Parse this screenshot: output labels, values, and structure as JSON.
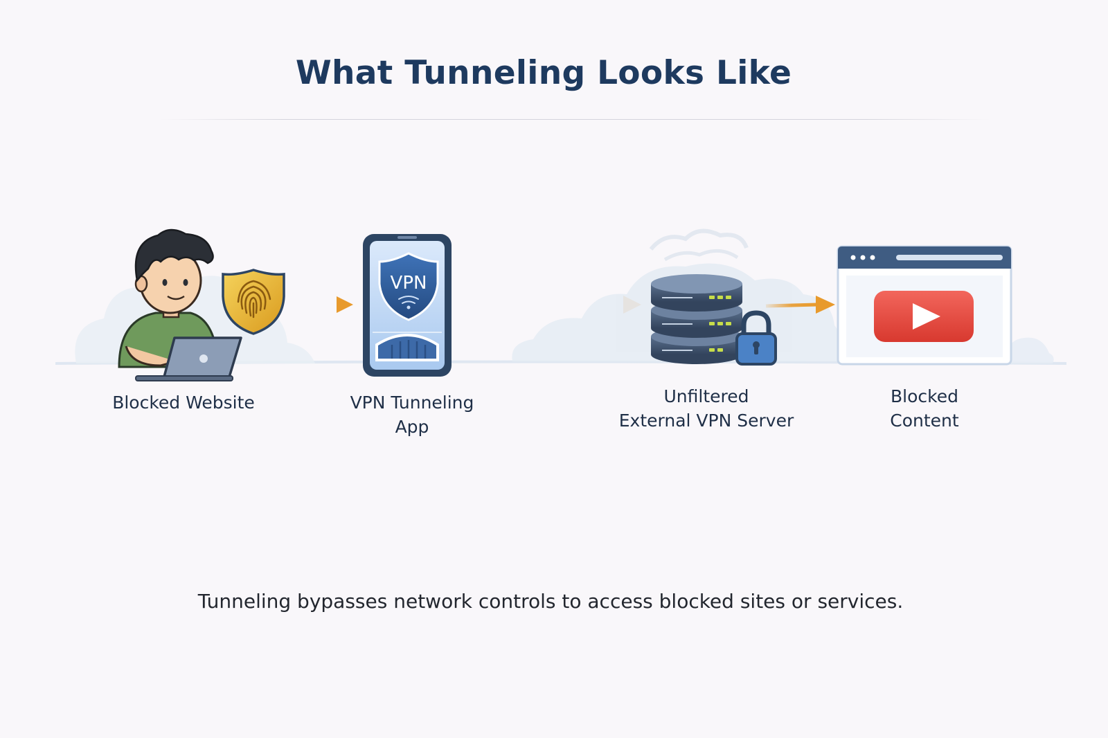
{
  "title": "What Tunneling Looks Like",
  "caption": "Tunneling bypasses network controls to access blocked sites or services.",
  "nodes": [
    {
      "id": "user",
      "label_lines": [
        "Blocked Website"
      ]
    },
    {
      "id": "app",
      "label_lines": [
        "VPN Tunneling",
        "App"
      ],
      "badge": "VPN"
    },
    {
      "id": "server",
      "label_lines": [
        "Unfiltered",
        "External VPN Server"
      ]
    },
    {
      "id": "content",
      "label_lines": [
        "Blocked",
        "Content"
      ]
    }
  ],
  "icons": [
    "person-icon",
    "laptop-icon",
    "fingerprint-shield-icon",
    "phone-icon",
    "vpn-shield-icon",
    "server-stack-icon",
    "padlock-icon",
    "browser-window-icon",
    "play-button-icon",
    "cloud-icon"
  ],
  "colors": {
    "title": "#1e3a5f",
    "arrow": "#e89a2c",
    "shield_gold": "#e8b838",
    "navy": "#2d4563",
    "play_red": "#e2453c",
    "phone_blue": "#5a8ed3"
  }
}
